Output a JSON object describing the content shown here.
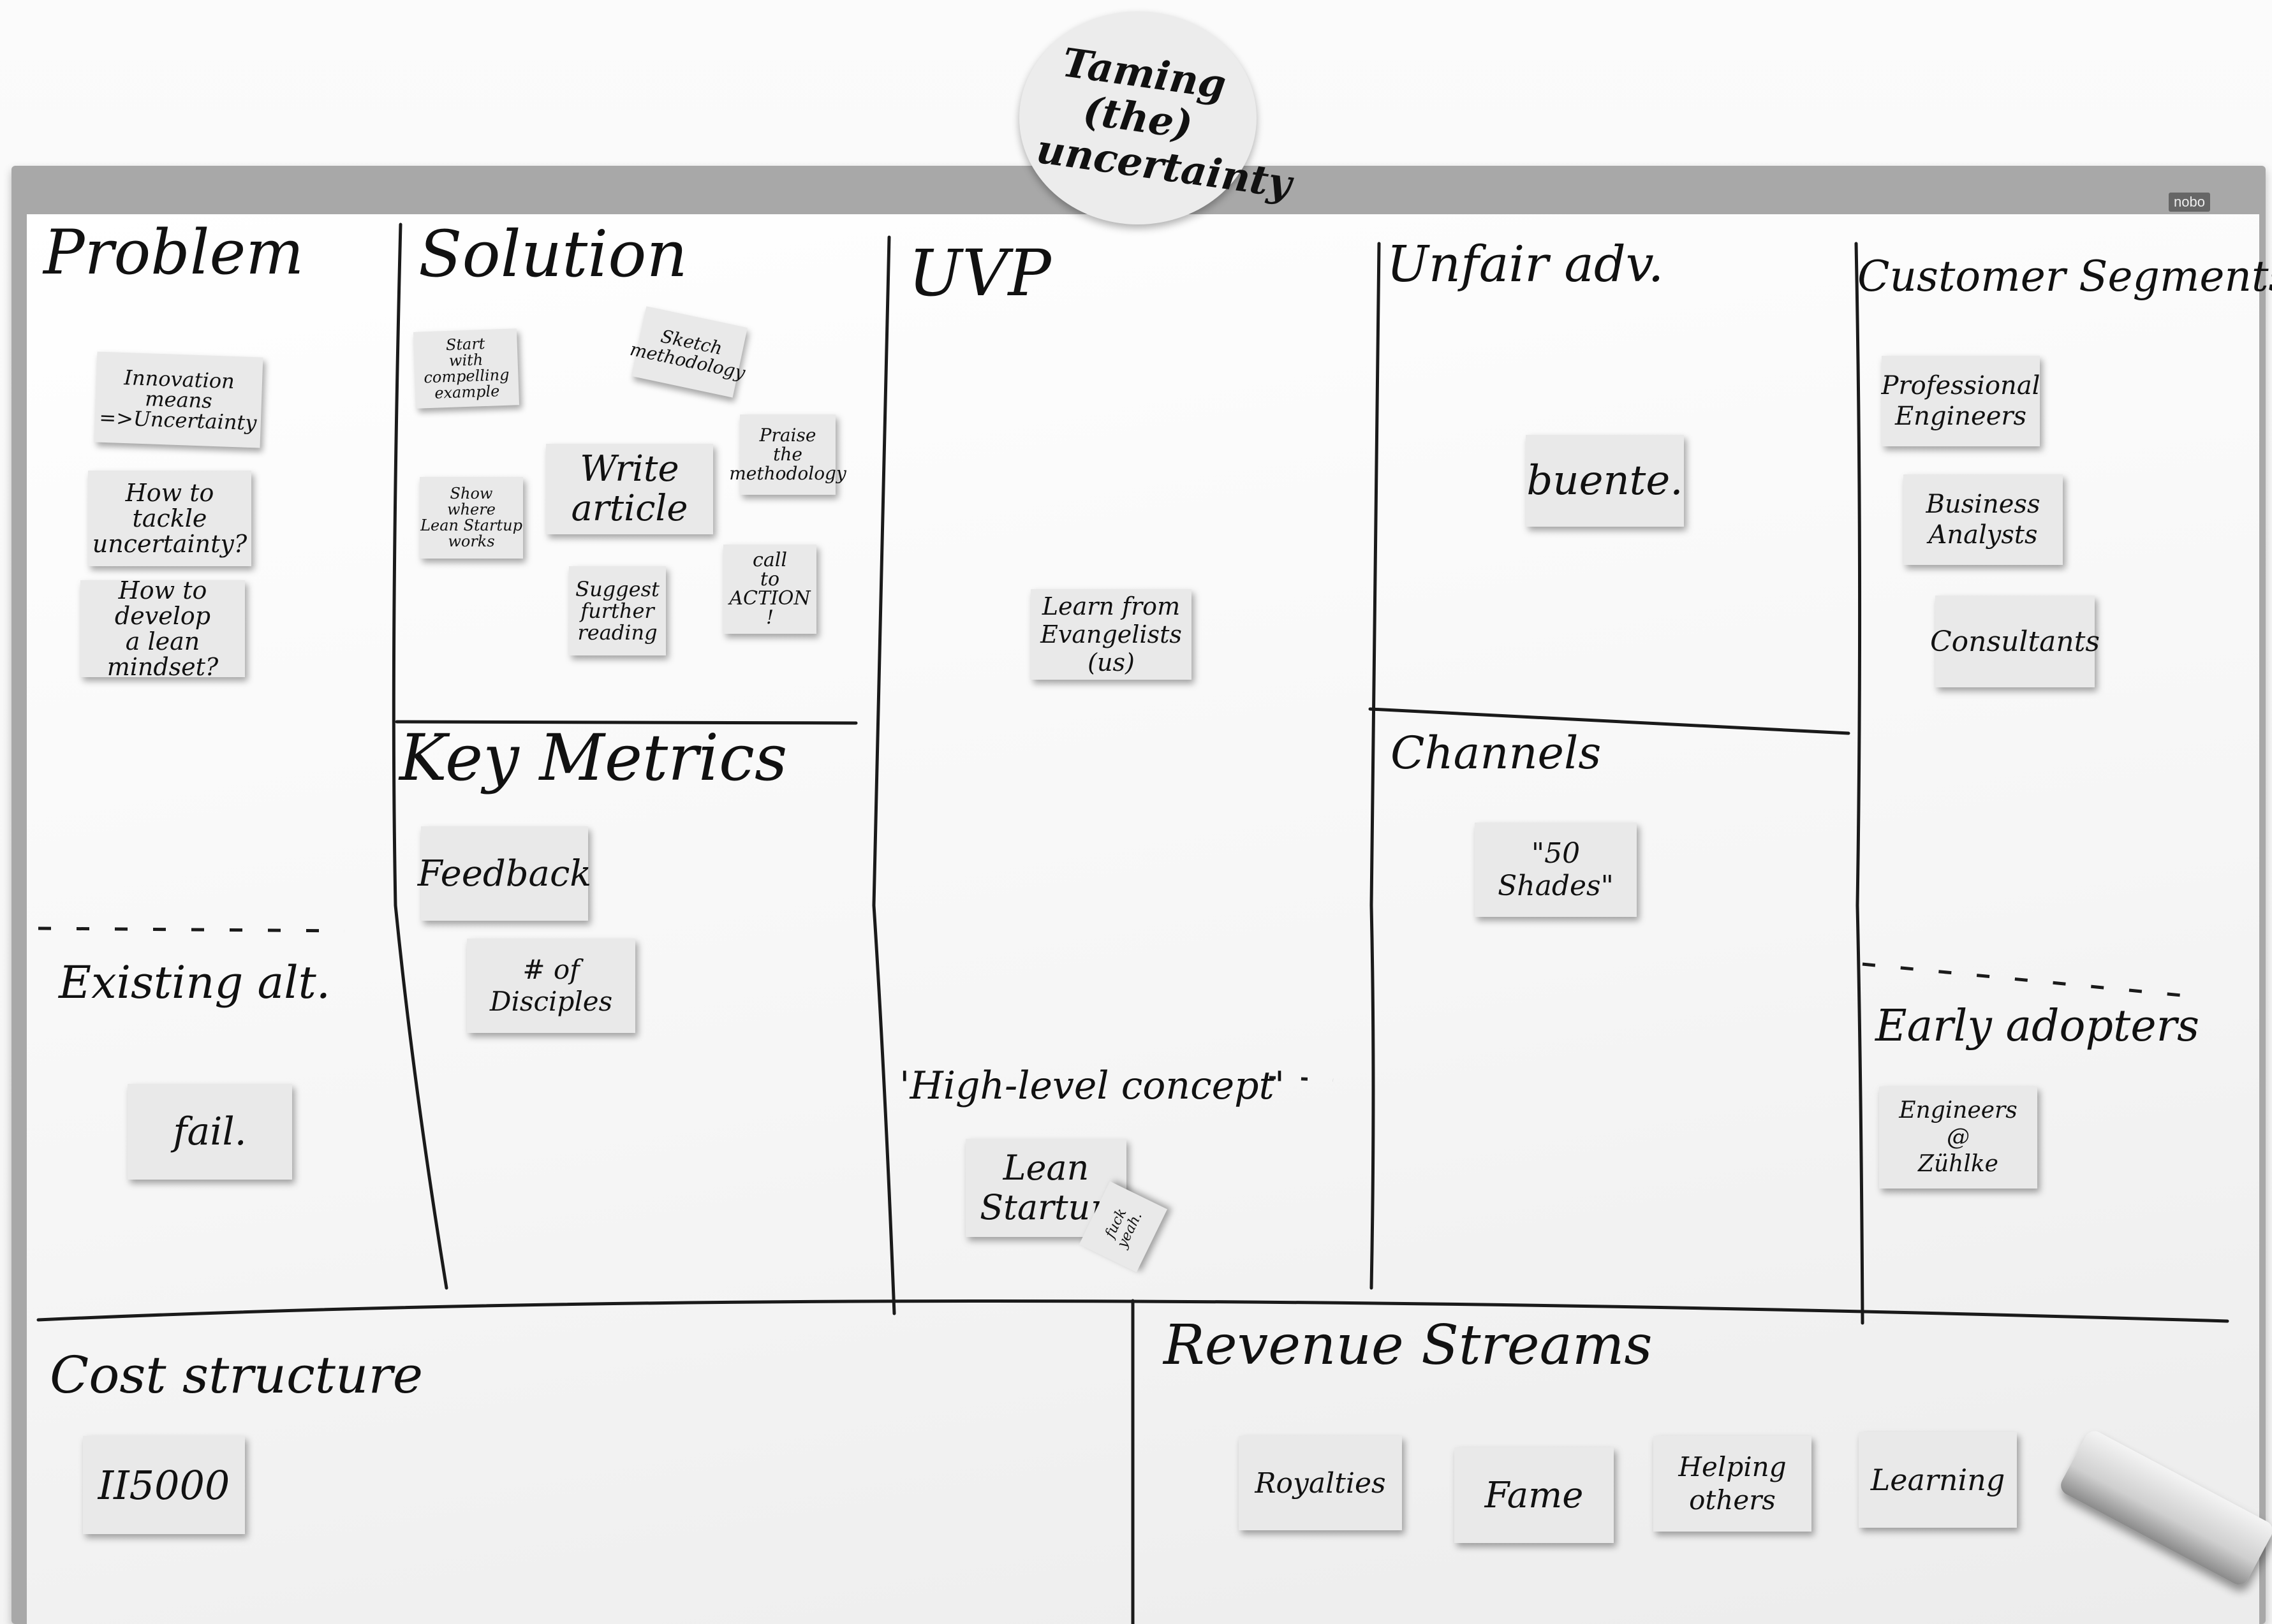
{
  "title": "Taming\n(the)\nuncertainty",
  "brand": "nobo",
  "sections": {
    "problem": "Problem",
    "solution": "Solution",
    "uvp": "UVP",
    "unfair_advantage": "Unfair adv.",
    "customer_segments": "Customer Segments",
    "key_metrics": "Key Metrics",
    "channels": "Channels",
    "existing_alternatives": "Existing alt.",
    "high_level_concept": "'High-level concept'",
    "early_adopters": "Early adopters",
    "cost_structure": "Cost structure",
    "revenue_streams": "Revenue Streams"
  },
  "notes": {
    "problem_1": "Innovation\nmeans\n=>Uncertainty",
    "problem_2": "How to\ntackle\nuncertainty?",
    "problem_3": "How to develop\na lean\nmindset?",
    "existing_alt": "fail.",
    "solution_1": "Start\nwith\ncompelling\nexample",
    "solution_2": "Sketch\nmethodology",
    "solution_3": "Praise\nthe\nmethodology",
    "solution_4": "Write\narticle",
    "solution_5": "Show\nwhere\nLean Startup\nworks",
    "solution_6": "Suggest\nfurther\nreading",
    "solution_7": "call\nto\nACTION\n!",
    "metric_1": "Feedback",
    "metric_2": "# of\nDisciples",
    "uvp_1": "Learn from\nEvangelists\n(us)",
    "concept_1": "Lean\nStartup",
    "concept_2": "fuck\nyeah.",
    "unfair_1": "buente.",
    "channel_1": "\"50 Shades\"",
    "segment_1": "Professional\nEngineers",
    "segment_2": "Business\nAnalysts",
    "segment_3": "Consultants",
    "adopter_1": "Engineers\n@\nZühlke",
    "cost_1": "II5000",
    "revenue_1": "Royalties",
    "revenue_2": "Fame",
    "revenue_3": "Helping\nothers",
    "revenue_4": "Learning"
  }
}
